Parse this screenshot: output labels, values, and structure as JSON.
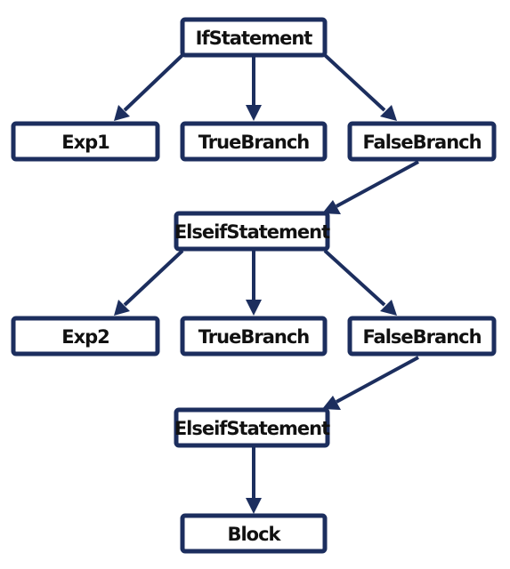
{
  "diagram": {
    "colors": {
      "stroke": "#1c2e5e",
      "box_fill": "#ffffff",
      "text": "#111111"
    },
    "nodes": {
      "if_statement": "IfStatement",
      "exp1": "Exp1",
      "true_branch_1": "TrueBranch",
      "false_branch_1": "FalseBranch",
      "elseif_statement_1": "ElseifStatement",
      "exp2": "Exp2",
      "true_branch_2": "TrueBranch",
      "false_branch_2": "FalseBranch",
      "elseif_statement_2": "ElseifStatement",
      "block": "Block"
    },
    "edges": [
      {
        "from": "if_statement",
        "to": "exp1"
      },
      {
        "from": "if_statement",
        "to": "true_branch_1"
      },
      {
        "from": "if_statement",
        "to": "false_branch_1"
      },
      {
        "from": "false_branch_1",
        "to": "elseif_statement_1"
      },
      {
        "from": "elseif_statement_1",
        "to": "exp2"
      },
      {
        "from": "elseif_statement_1",
        "to": "true_branch_2"
      },
      {
        "from": "elseif_statement_1",
        "to": "false_branch_2"
      },
      {
        "from": "false_branch_2",
        "to": "elseif_statement_2"
      },
      {
        "from": "elseif_statement_2",
        "to": "block"
      }
    ]
  }
}
